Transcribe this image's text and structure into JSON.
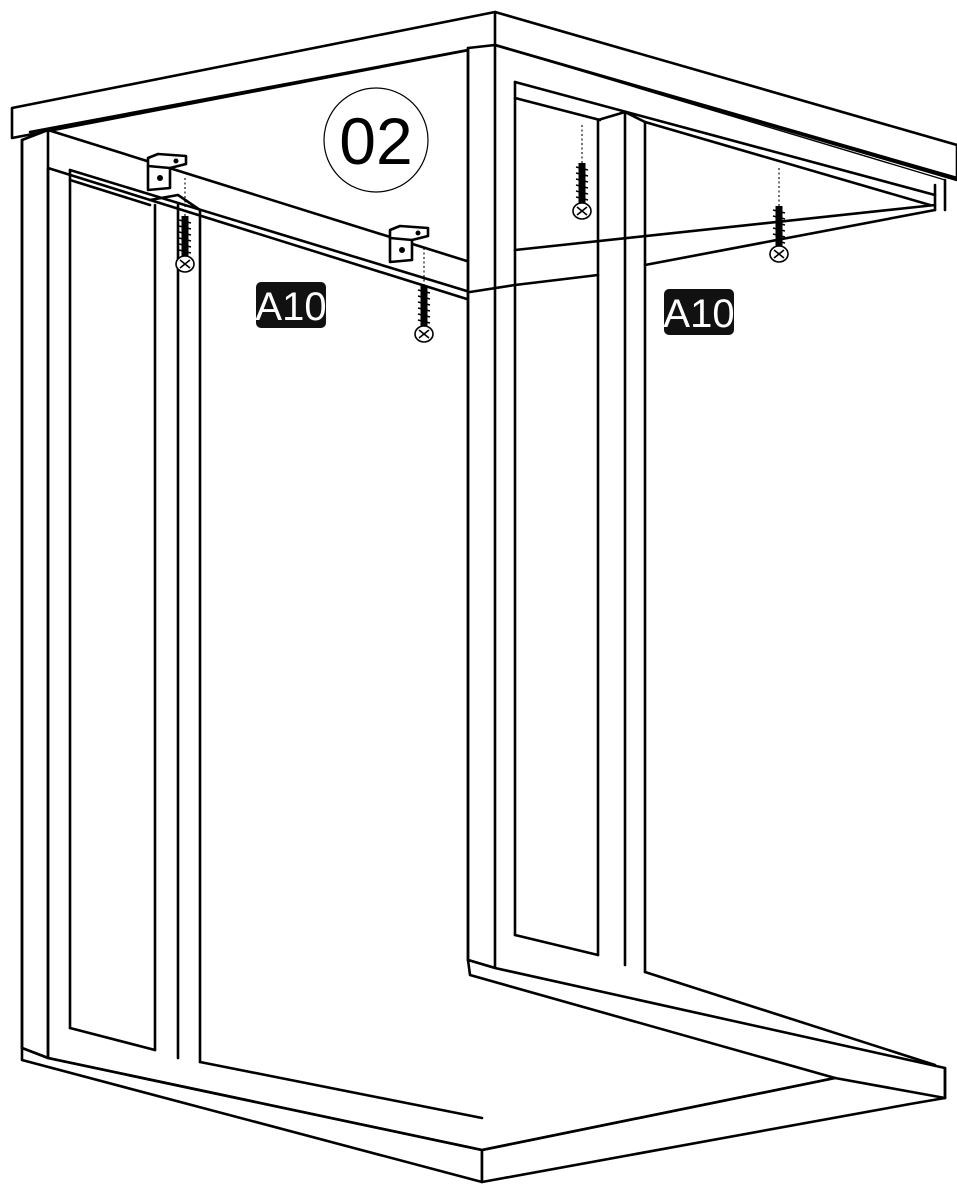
{
  "step": {
    "number": "02"
  },
  "part_labels": [
    {
      "text": "A10"
    },
    {
      "text": "A10"
    }
  ],
  "colors": {
    "ink": "#000000",
    "paper": "#ffffff",
    "label_background": "#111111",
    "label_text": "#ffffff"
  },
  "icons": {
    "screw": "screw-icon",
    "bracket": "l-bracket-icon"
  }
}
